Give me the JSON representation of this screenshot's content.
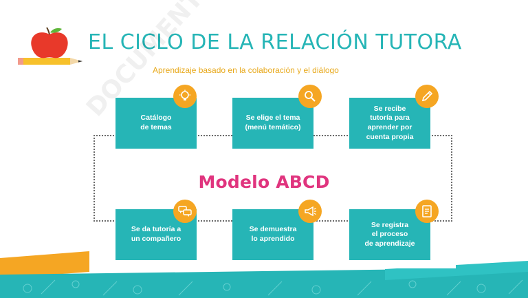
{
  "title": "EL CICLO DE LA RELACIÓN TUTORA",
  "subtitle": "Aprendizaje basado en la colaboración y el diálogo",
  "center_label": "Modelo ABCD",
  "watermark": "DOCUMENTO",
  "colors": {
    "teal": "#26b5b6",
    "orange": "#f5a623",
    "pink": "#e0347e",
    "title": "#26b5b6",
    "subtitle": "#e8a91c"
  },
  "steps": [
    {
      "label": "Catálogo\nde temas",
      "icon": "lightbulb-icon"
    },
    {
      "label": "Se elige el tema\n(menú temático)",
      "icon": "magnifier-icon"
    },
    {
      "label": "Se recibe\ntutoría para\naprender por\ncuenta propia",
      "icon": "pencil-icon"
    },
    {
      "label": "Se da tutoría a\nun compañero",
      "icon": "chat-bubbles-icon"
    },
    {
      "label": "Se demuestra\nlo aprendido",
      "icon": "megaphone-icon"
    },
    {
      "label": "Se registra\nel proceso\nde aprendizaje",
      "icon": "document-icon"
    }
  ]
}
